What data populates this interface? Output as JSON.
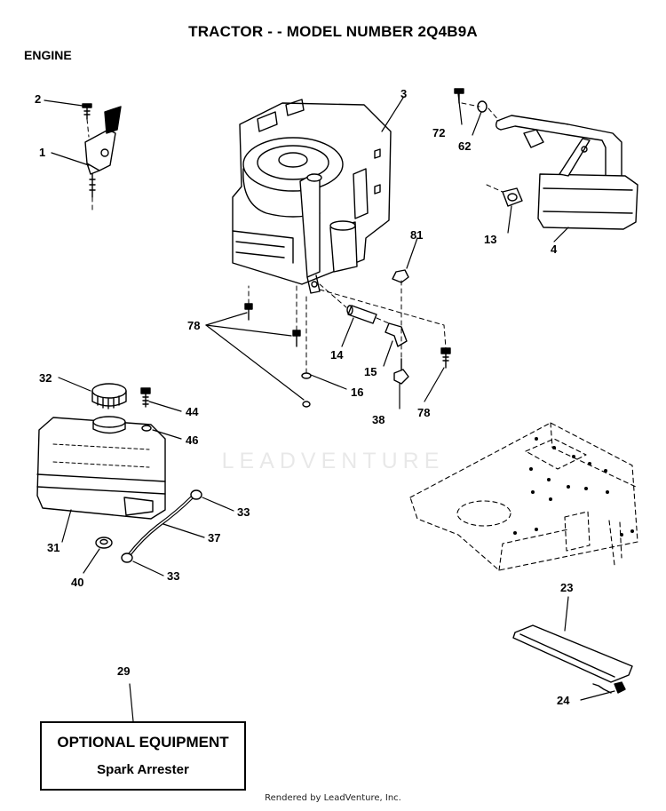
{
  "page": {
    "title": "TRACTOR - - MODEL NUMBER 2Q4B9A",
    "section": "ENGINE",
    "watermark": "LEADVENTURE",
    "footer": "Rendered by LeadVenture, Inc."
  },
  "callouts": {
    "c1": "1",
    "c2": "2",
    "c3": "3",
    "c4": "4",
    "c13": "13",
    "c14": "14",
    "c15": "15",
    "c16": "16",
    "c23": "23",
    "c24": "24",
    "c29": "29",
    "c31": "31",
    "c32": "32",
    "c33a": "33",
    "c33b": "33",
    "c37": "37",
    "c38": "38",
    "c40": "40",
    "c44": "44",
    "c46": "46",
    "c62": "62",
    "c72": "72",
    "c78a": "78",
    "c78b": "78",
    "c81": "81"
  },
  "optional_equipment": {
    "title": "OPTIONAL EQUIPMENT",
    "item": "Spark Arrester"
  }
}
